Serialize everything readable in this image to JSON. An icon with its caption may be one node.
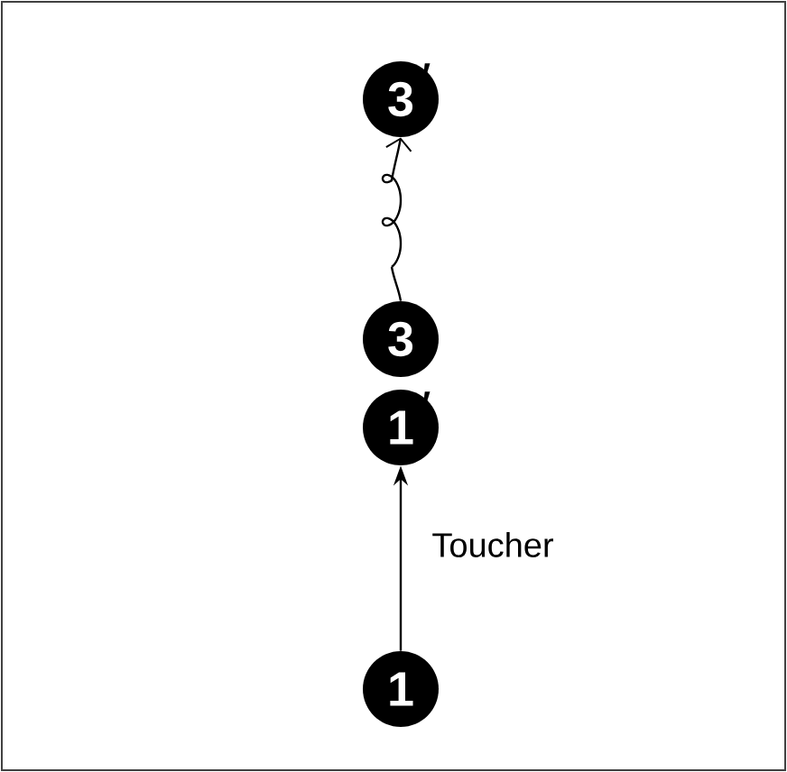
{
  "diagram": {
    "nodes": [
      {
        "text": [
          "3",
          "′"
        ]
      },
      {
        "text": [
          "3"
        ]
      },
      {
        "text": [
          "1",
          "′"
        ]
      },
      {
        "text": [
          "1"
        ]
      }
    ],
    "edges": [
      {
        "from": 1,
        "to": 0,
        "arrow": "to"
      },
      {
        "from": 3,
        "to": 2,
        "arrow": "to",
        "label": "Toucher"
      }
    ]
  }
}
